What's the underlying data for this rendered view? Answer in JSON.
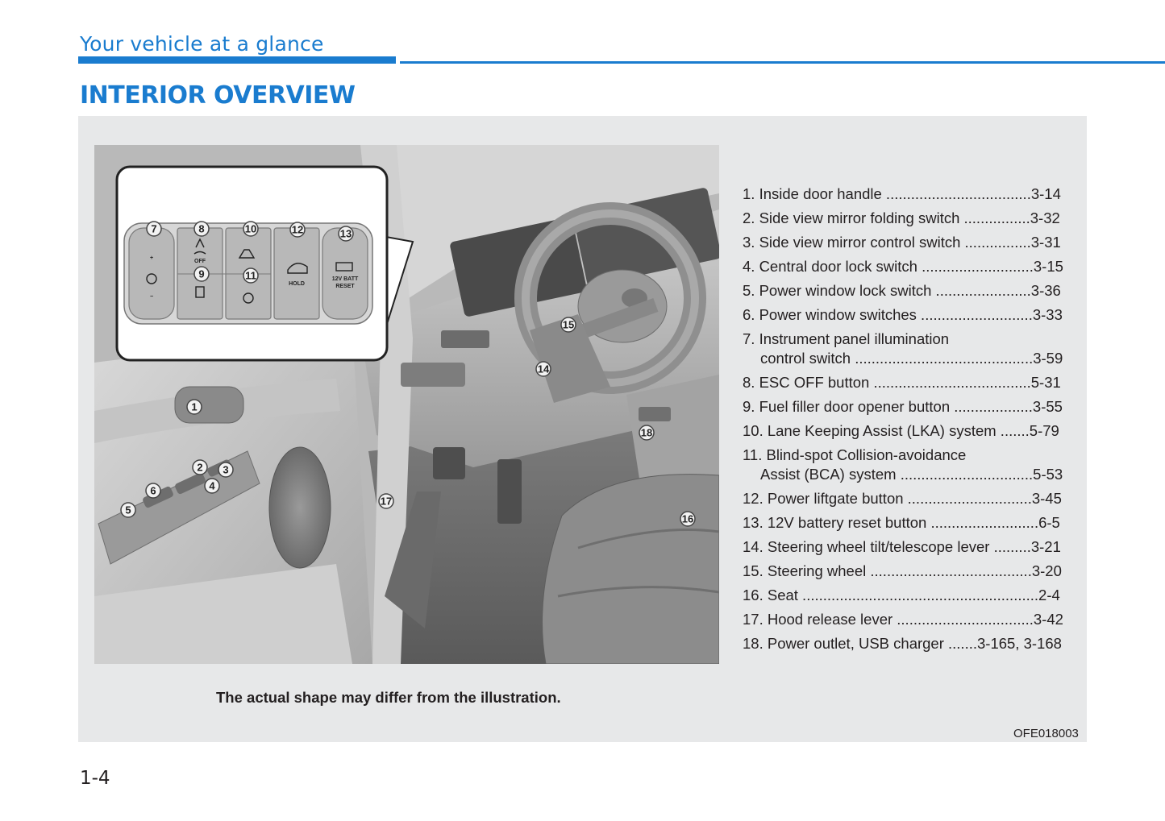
{
  "header": {
    "section_title": "Your vehicle at a glance",
    "page_heading": "INTERIOR OVERVIEW"
  },
  "illustration": {
    "callouts": [
      "1",
      "2",
      "3",
      "4",
      "5",
      "6",
      "7",
      "8",
      "9",
      "10",
      "11",
      "12",
      "13",
      "14",
      "15",
      "16",
      "17",
      "18"
    ],
    "button_labels": {
      "esc_off": "OFF",
      "hold": "HOLD",
      "batt_line1": "12V BATT",
      "batt_line2": "RESET",
      "plus": "+",
      "minus": "−"
    }
  },
  "legend": [
    {
      "num": "1.",
      "label": "Inside door handle",
      "ref": "3-14"
    },
    {
      "num": "2.",
      "label": "Side view mirror folding switch",
      "ref": "3-32"
    },
    {
      "num": "3.",
      "label": "Side view mirror control switch",
      "ref": "3-31"
    },
    {
      "num": "4.",
      "label": "Central door lock switch",
      "ref": "3-15"
    },
    {
      "num": "5.",
      "label": "Power window lock switch",
      "ref": "3-36"
    },
    {
      "num": "6.",
      "label": "Power window switches",
      "ref": "3-33"
    },
    {
      "num": "7.",
      "label": "Instrument panel illumination",
      "label2": "control switch",
      "ref": "3-59"
    },
    {
      "num": "8.",
      "label": "ESC OFF button",
      "ref": "5-31"
    },
    {
      "num": "9.",
      "label": "Fuel filler door opener button",
      "ref": "3-55"
    },
    {
      "num": "10.",
      "label": "Lane Keeping Assist (LKA) system",
      "ref": "5-79"
    },
    {
      "num": "11.",
      "label": "Blind-spot Collision-avoidance",
      "label2": "Assist (BCA) system",
      "ref": "5-53"
    },
    {
      "num": "12.",
      "label": "Power liftgate button",
      "ref": "3-45"
    },
    {
      "num": "13.",
      "label": "12V battery reset button",
      "ref": "6-5"
    },
    {
      "num": "14.",
      "label": "Steering wheel tilt/telescope lever",
      "ref": "3-21"
    },
    {
      "num": "15.",
      "label": "Steering wheel",
      "ref": "3-20"
    },
    {
      "num": "16.",
      "label": "Seat",
      "ref": "2-4"
    },
    {
      "num": "17.",
      "label": "Hood release lever",
      "ref": "3-42"
    },
    {
      "num": "18.",
      "label": "Power outlet, USB charger",
      "ref": "3-165, 3-168"
    }
  ],
  "caption": "The actual shape may differ from the illustration.",
  "figure_code": "OFE018003",
  "page_number": "1-4",
  "colors": {
    "accent": "#1a7ccf",
    "panel": "#e7e8e9"
  }
}
